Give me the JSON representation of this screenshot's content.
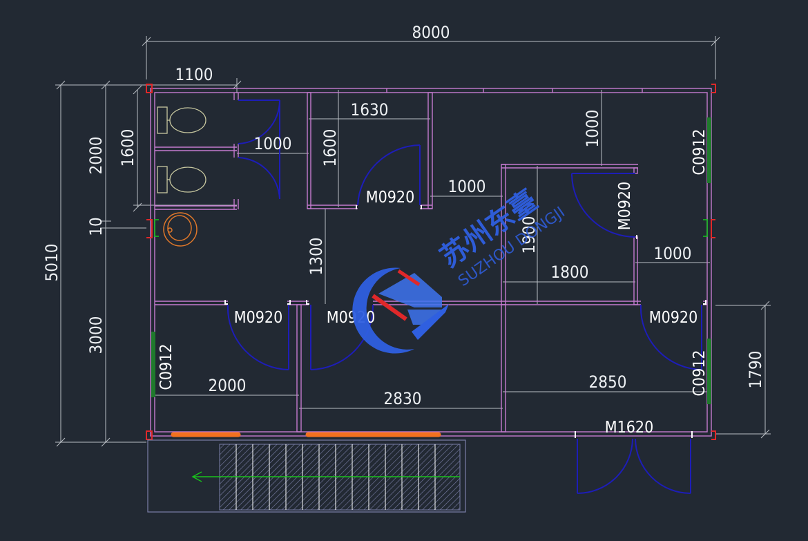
{
  "plan": {
    "dimensions": {
      "overall_width": "8000",
      "overall_depth": "5010",
      "wc_width": "1100",
      "wc_block_depth": "2000",
      "wc_stall_depth": "1600",
      "gap": "10",
      "lower_depth": "3000",
      "room_a_width": "1630",
      "room_a_depth": "1600",
      "corridor_width": "1300",
      "stall_door_width": "1000",
      "corridor_door_width": "1000",
      "room_b_offset": "1000",
      "room_b_depth": "1900",
      "room_b_width": "1800",
      "side_door_width": "1000",
      "lower_left_width": "2000",
      "lower_mid_width": "2830",
      "lower_right_width": "2850",
      "entrance_depth": "1790"
    },
    "doors": {
      "room_a": "M0920",
      "room_b": "M0920",
      "lower_left": "M0920",
      "lower_mid": "M0920",
      "lower_right": "M0920",
      "main_entrance": "M1620"
    },
    "windows": {
      "right_upper": "C0912",
      "right_lower": "C0912",
      "left": "C0912"
    },
    "colors": {
      "background": "#222933",
      "wall": "#c57bd0",
      "door": "#1d1db8",
      "window": "#1f7a2c",
      "dimension": "#b9bec4",
      "stair_arrow": "#19c21c",
      "watermark": "#2f5fe0"
    }
  },
  "watermark": {
    "cn": "苏州东臺",
    "en": "SUZHOU DONGJI",
    "icon": "company-logo-icon"
  }
}
